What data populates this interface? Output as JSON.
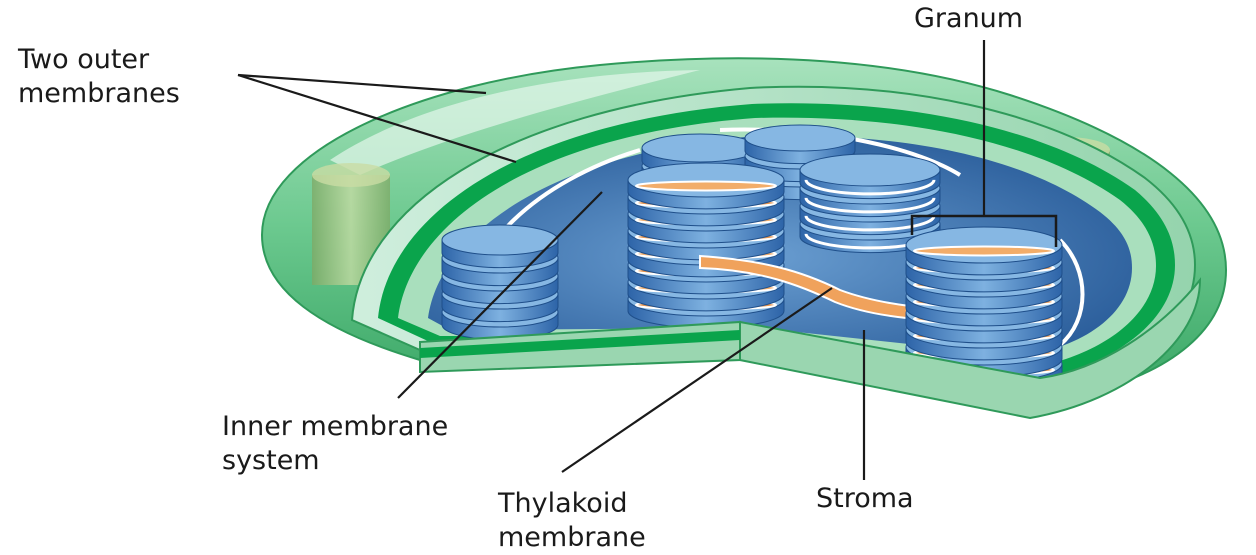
{
  "labels": {
    "granum": "Granum",
    "outer_membranes": [
      "Two outer",
      "membranes"
    ],
    "inner_membrane_system": [
      "Inner membrane",
      "system"
    ],
    "thylakoid_membrane": [
      "Thylakoid",
      "membrane"
    ],
    "stroma": "Stroma"
  },
  "colors": {
    "outer_green": "#5ec485",
    "light_green": "#9bd9b0",
    "dark_green": "#0a9e47",
    "stroma_blue": "#4f86c0",
    "thylakoid_orange": "#e8944c",
    "leader_line": "#1a1a1a"
  }
}
